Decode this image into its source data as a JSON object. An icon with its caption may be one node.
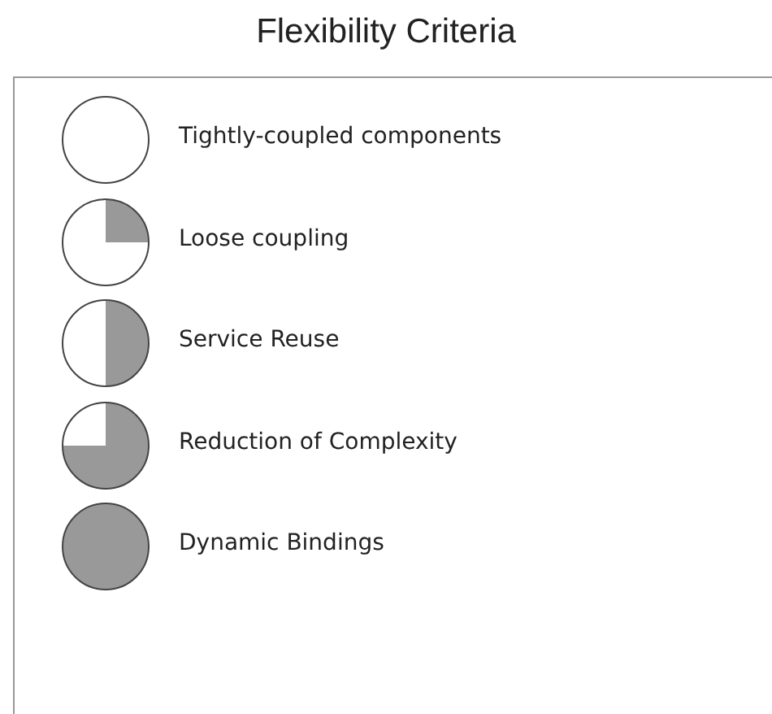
{
  "diagram": {
    "title": "Flexibility Criteria",
    "legend": [
      {
        "text": "Tightly-coupled components"
      },
      {
        "text": "Loose coupling"
      },
      {
        "text": "Service Reuse"
      },
      {
        "text": "Reduction of Complexity"
      },
      {
        "text": "Dynamic Bindings"
      }
    ]
  }
}
